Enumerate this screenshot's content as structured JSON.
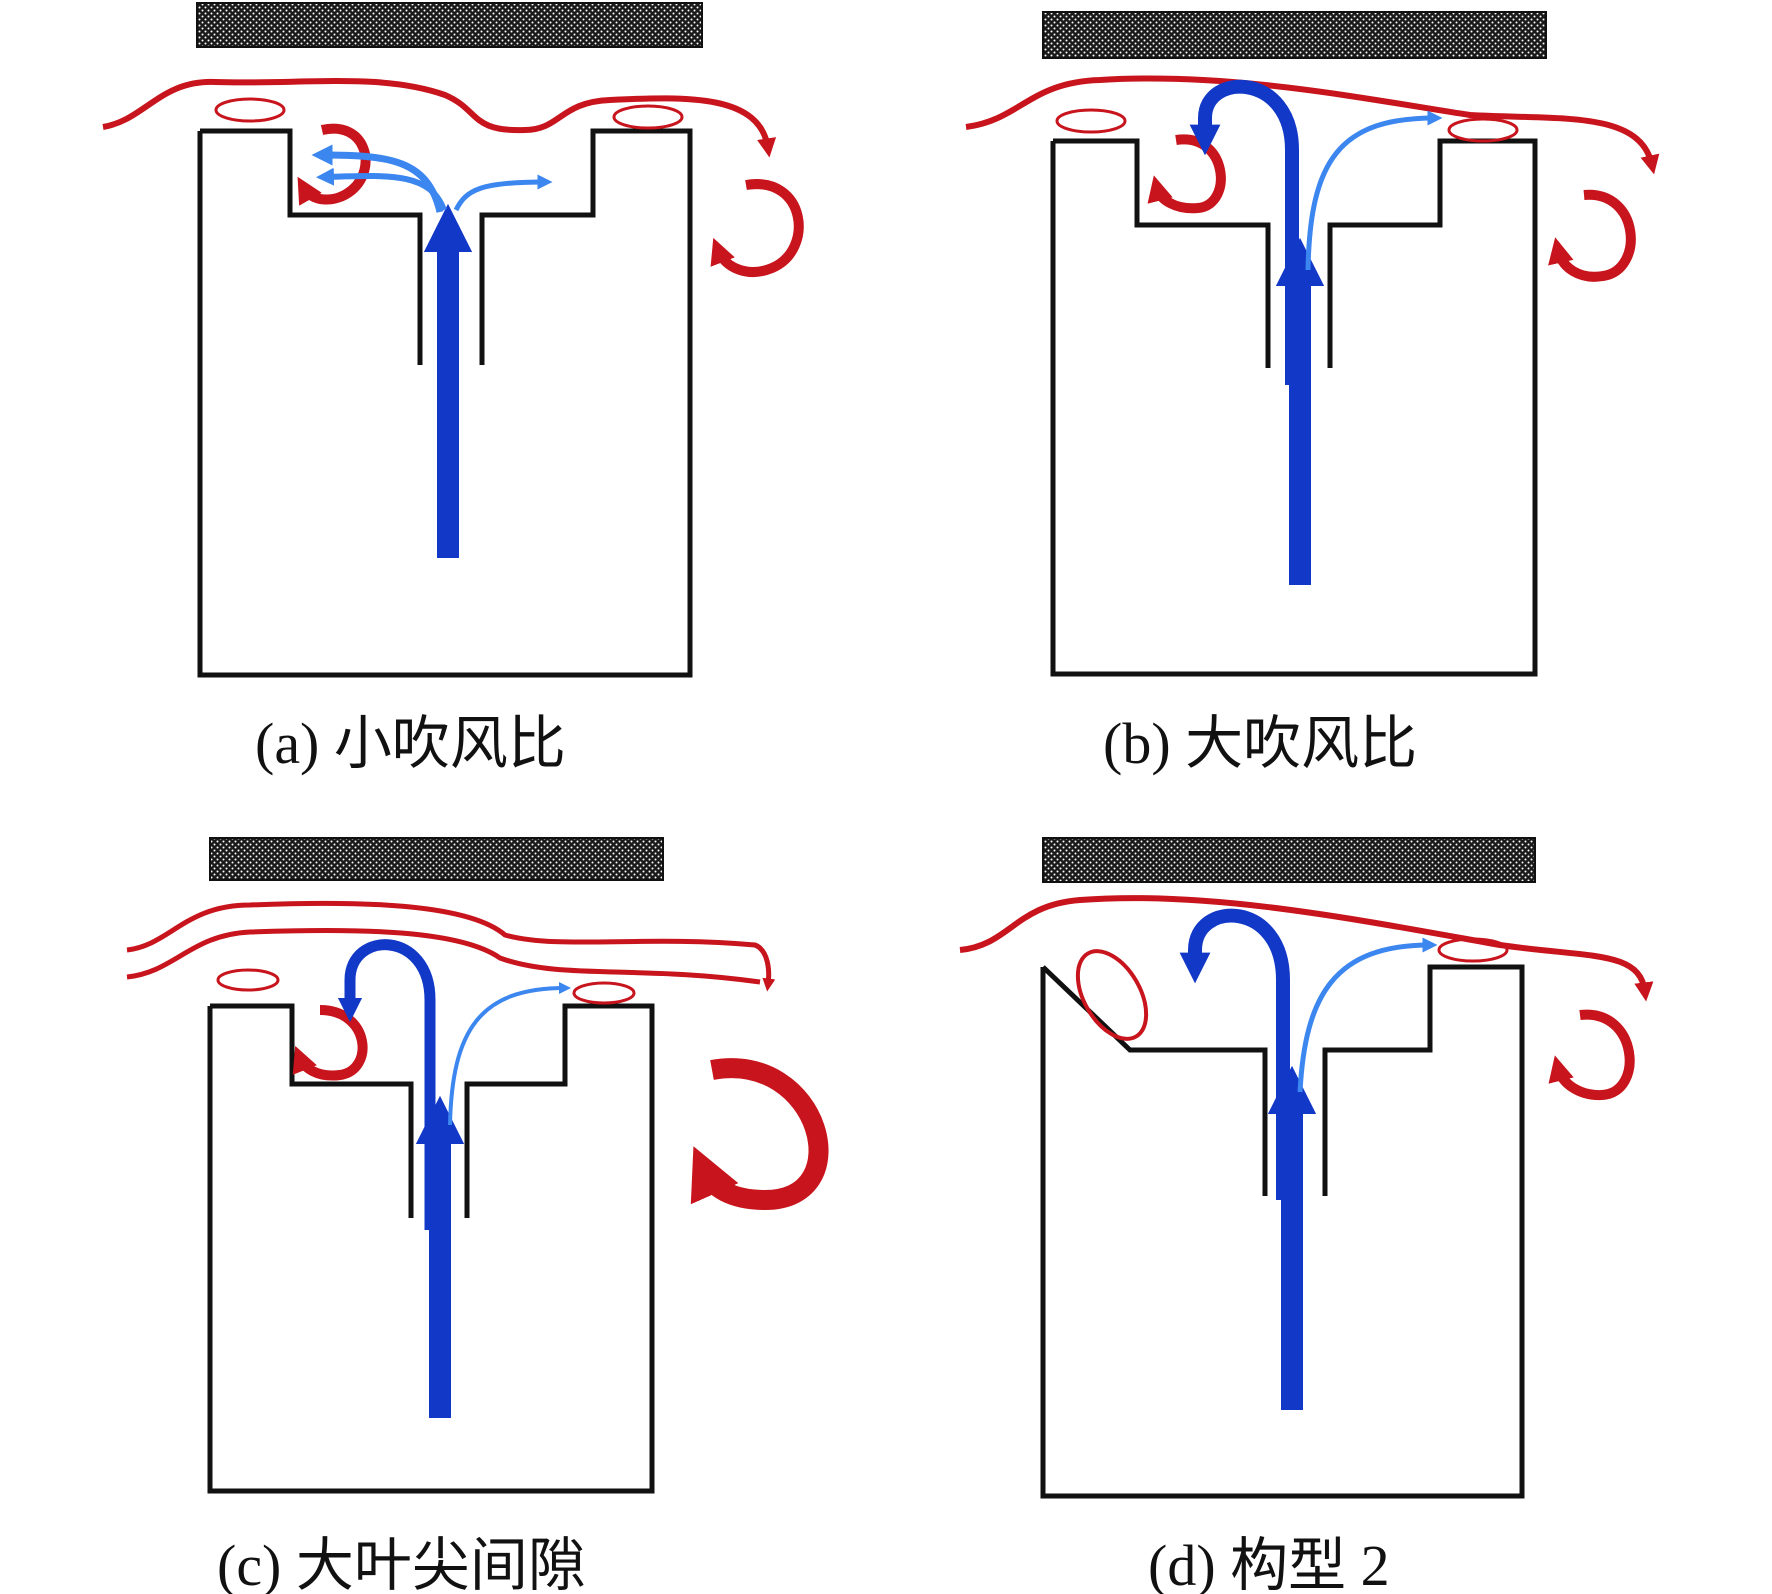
{
  "panels": {
    "a": {
      "caption": "(a) 小吹风比"
    },
    "b": {
      "caption": "(b) 大吹风比"
    },
    "c": {
      "caption": "(c) 大叶尖间隙"
    },
    "d": {
      "caption": "(d) 构型 2"
    }
  },
  "colors": {
    "tip_leakage_flow": "#c8141c",
    "coolant_jet_main": "#1238c8",
    "coolant_branch": "#3c86f0",
    "blade_outline": "#111111",
    "casing_pattern": "#1a1a1a"
  },
  "icons": {
    "casing": "hatched-casing-bar",
    "vortex": "curved-arrow-vortex",
    "jet": "coolant-jet-arrow"
  }
}
